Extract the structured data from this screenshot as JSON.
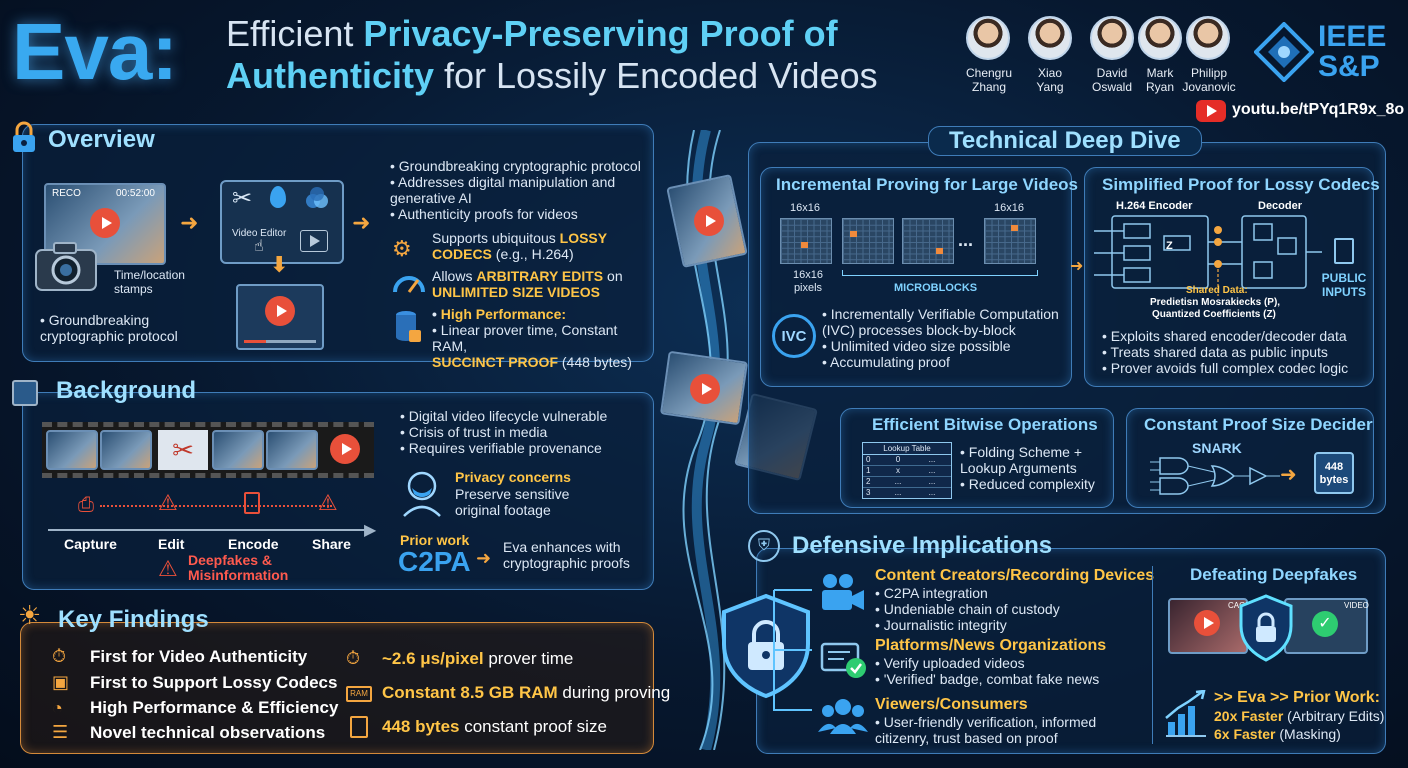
{
  "title": {
    "eva": "Eva:",
    "part1": "Efficient ",
    "highlight1": "Privacy-Preserving Proof of",
    "highlight2": "Authenticity",
    "part2": " for Lossily Encoded Videos"
  },
  "authors": [
    "Chengru Zhang",
    "Xiao Yang",
    "David Oswald",
    "Mark Ryan",
    "Philipp Jovanovic"
  ],
  "venue": "IEEE S&P",
  "video_link": "youtu.be/tPYq1R9x_8o",
  "overview": {
    "heading": "Overview",
    "rec_label": "RECO",
    "rec_time": "00:52:00",
    "stamps": "Time/location stamps",
    "editor_label": "Video Editor",
    "left_bullet": "Groundbreaking cryptographic protocol",
    "bullets": [
      "Groundbreaking cryptographic protocol",
      "Addresses digital manipulation and generative AI",
      "Authenticity proofs for videos"
    ],
    "feat1_pre": "Supports ubiquitous ",
    "feat1_hl": "LOSSY CODECS",
    "feat1_post": " (e.g., H.264)",
    "feat2_pre": "Allows ",
    "feat2_hl": "ARBITRARY EDITS",
    "feat2_mid": " on ",
    "feat2_hl2": "UNLIMITED SIZE VIDEOS",
    "feat3_title": "High Performance:",
    "feat3_line": "Linear prover time, Constant RAM,",
    "feat3_hl": "SUCCINCT PROOF",
    "feat3_post": " (448 bytes)"
  },
  "background": {
    "heading": "Background",
    "stages": [
      "Capture",
      "Edit",
      "Encode",
      "Share"
    ],
    "deepfakes": "Deepfakes & Misinformation",
    "bullets": [
      "Digital video lifecycle vulnerable",
      "Crisis of trust in media",
      "Requires verifiable provenance"
    ],
    "privacy_title": "Privacy concerns",
    "privacy_text": "Preserve sensitive original footage",
    "prior_work": "Prior work",
    "c2pa": "C2PA",
    "enhance": "Eva enhances with cryptographic proofs"
  },
  "findings": {
    "heading": "Key Findings",
    "left": [
      {
        "hl": "First",
        "rest": " for Video Authenticity"
      },
      {
        "hl": "First to Support Lossy Codecs",
        "rest": ""
      },
      {
        "hl": "High Performance & Efficiency",
        "rest": ""
      },
      {
        "hl": "Novel technical observations",
        "rest": ""
      }
    ],
    "right": [
      {
        "hl": "~2.6 μs/pixel",
        "rest": " prover time"
      },
      {
        "hl": "Constant 8.5 GB RAM",
        "rest": " during proving"
      },
      {
        "hl": "448 bytes",
        "rest": " constant proof size"
      }
    ],
    "ram_chip": "RAM"
  },
  "deep_dive": {
    "heading": "Technical Deep Dive",
    "incremental": {
      "title": "Incremental Proving for Large Videos",
      "size_a": "16x16",
      "size_b": "16x16",
      "pixels": "16x16 pixels",
      "dots": "...",
      "microblocks": "MICROBLOCKS",
      "ivc": "IVC",
      "bullets": [
        "Incrementally Verifiable Computation (IVC) processes block-by-block",
        "Unlimited video size possible",
        "Accumulating proof"
      ]
    },
    "lossy": {
      "title": "Simplified Proof for Lossy Codecs",
      "encoder": "H.264 Encoder",
      "decoder": "Decoder",
      "z": "Z",
      "shared_title": "Shared Data:",
      "shared_line1": "Predietisn Mosrakiecks (P),",
      "shared_line2": "Quantized Coefficients (Z)",
      "public_inputs": "PUBLIC INPUTS",
      "bullets": [
        "Exploits shared encoder/decoder data",
        "Treats shared data as public inputs",
        "Prover avoids full complex codec logic"
      ]
    },
    "bitwise": {
      "title": "Efficient Bitwise Operations",
      "table_title": "Lookup Table",
      "table_rows": [
        [
          "0",
          "0",
          "..."
        ],
        [
          "1",
          "x",
          "..."
        ],
        [
          "2",
          "...",
          "..."
        ],
        [
          "3",
          "...",
          "..."
        ]
      ],
      "bullets": [
        "Folding Scheme + Lookup Arguments",
        "Reduced complexity"
      ]
    },
    "constant": {
      "title": "Constant Proof Size Decider",
      "snark": "SNARK",
      "bytes_num": "448",
      "bytes_unit": "bytes"
    }
  },
  "defensive": {
    "heading": "Defensive Implications",
    "groups": [
      {
        "title": "Content Creators/Recording Devices",
        "bullets": [
          "C2PA integration",
          "Undeniable chain of custody",
          "Journalistic integrity"
        ]
      },
      {
        "title": "Platforms/News Organizations",
        "bullets": [
          "Verify uploaded videos",
          "'Verified' badge, combat fake news"
        ]
      },
      {
        "title": "Viewers/Consumers",
        "bullets": [
          "User-friendly verification, informed citizenry, trust based on proof"
        ]
      }
    ],
    "deepfakes_title": "Defeating Deepfakes",
    "cage": "CAGE",
    "video": "VIDEO",
    "compare_title": ">> Eva >> Prior Work:",
    "compare1_hl": "20x Faster",
    "compare1_rest": " (Arbitrary Edits)",
    "compare2_hl": "6x Faster",
    "compare2_rest": " (Masking)"
  },
  "colors": {
    "accent": "#7fd2ff",
    "highlight": "#ffc547",
    "warning": "#ff5a4e",
    "panel_border": "#3f7cb8",
    "orange": "#f4a640"
  }
}
